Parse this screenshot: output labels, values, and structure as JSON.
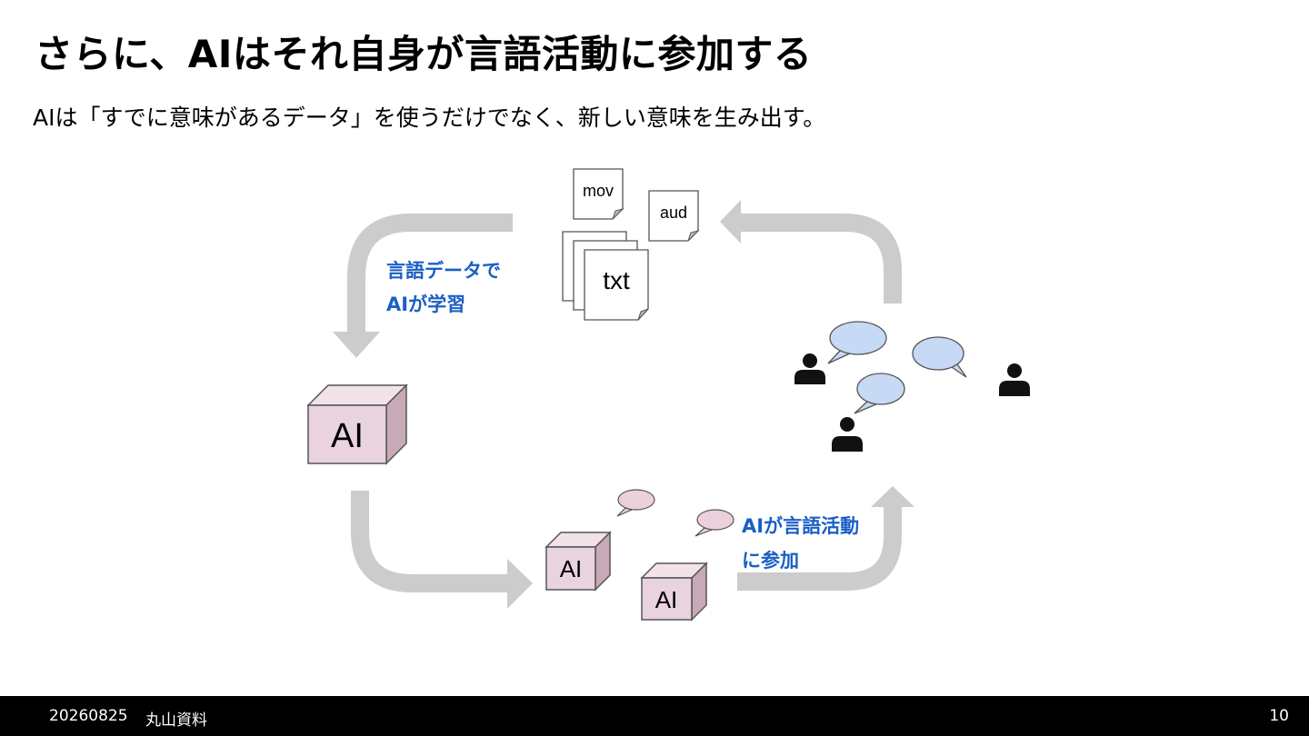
{
  "slide": {
    "title": "さらに、AIはそれ自身が言語活動に参加する",
    "subtitle": "AIは「すでに意味があるデータ」を使うだけでなく、新しい意味を生み出す。"
  },
  "diagram": {
    "files": {
      "mov": "mov",
      "aud": "aud",
      "txt": "txt"
    },
    "learn_label_line1": "言語データで",
    "learn_label_line2": "AIが学習",
    "participate_label_line1": "AIが言語活動",
    "participate_label_line2": "に参加",
    "ai_big": "AI",
    "ai_small_1": "AI",
    "ai_small_2": "AI",
    "colors": {
      "arrow": "#cccccc",
      "label_blue": "#1a5fc4",
      "cube_front": "#e9d3de",
      "cube_side": "#c7a9b8",
      "bubble_blue": "#c6d9f5",
      "bubble_pink": "#ecd0dc",
      "person": "#111111"
    }
  },
  "footer": {
    "date": "20260825",
    "author": "丸山資料",
    "page": "10"
  }
}
